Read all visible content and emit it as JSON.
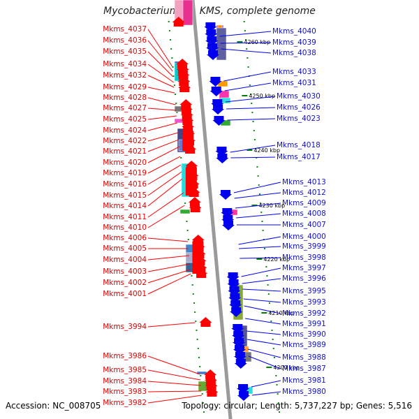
{
  "title": "Mycobacterium sp. KMS, complete genome",
  "footer": {
    "accession": "Accession: NC_008705",
    "topology": "Topology: circular; Length: 5,737,227 bp; Genes: 5,516"
  },
  "kbp_ticks": [
    "4260 kbp",
    "4250 kbp",
    "4240 kbp",
    "4230 kbp",
    "4220 kbp",
    "4210 kbp",
    "4200 kbp"
  ],
  "left_genes": [
    "Mkms_4037",
    "Mkms_4036",
    "Mkms_4035",
    "Mkms_4034",
    "Mkms_4032",
    "Mkms_4029",
    "Mkms_4028",
    "Mkms_4027",
    "Mkms_4025",
    "Mkms_4024",
    "Mkms_4022",
    "Mkms_4021",
    "Mkms_4020",
    "Mkms_4019",
    "Mkms_4016",
    "Mkms_4015",
    "Mkms_4014",
    "Mkms_4011",
    "Mkms_4010",
    "Mkms_4006",
    "Mkms_4005",
    "Mkms_4004",
    "Mkms_4003",
    "Mkms_4002",
    "Mkms_4001",
    "Mkms_3994",
    "Mkms_3986",
    "Mkms_3985",
    "Mkms_3984",
    "Mkms_3983",
    "Mkms_3982"
  ],
  "right_genes": [
    "Mkms_4040",
    "Mkms_4039",
    "Mkms_4038",
    "Mkms_4033",
    "Mkms_4031",
    "Mkms_4030",
    "Mkms_4026",
    "Mkms_4023",
    "Mkms_4018",
    "Mkms_4017",
    "Mkms_4013",
    "Mkms_4012",
    "Mkms_4009",
    "Mkms_4008",
    "Mkms_4007",
    "Mkms_4000",
    "Mkms_3999",
    "Mkms_3998",
    "Mkms_3997",
    "Mkms_3996",
    "Mkms_3995",
    "Mkms_3993",
    "Mkms_3992",
    "Mkms_3991",
    "Mkms_3990",
    "Mkms_3989",
    "Mkms_3988",
    "Mkms_3987",
    "Mkms_3981",
    "Mkms_3980"
  ],
  "colors": {
    "left_strand": "#ff0000",
    "right_strand": "#0000ee",
    "backbone": "#888888",
    "tick_green": "#008000"
  }
}
